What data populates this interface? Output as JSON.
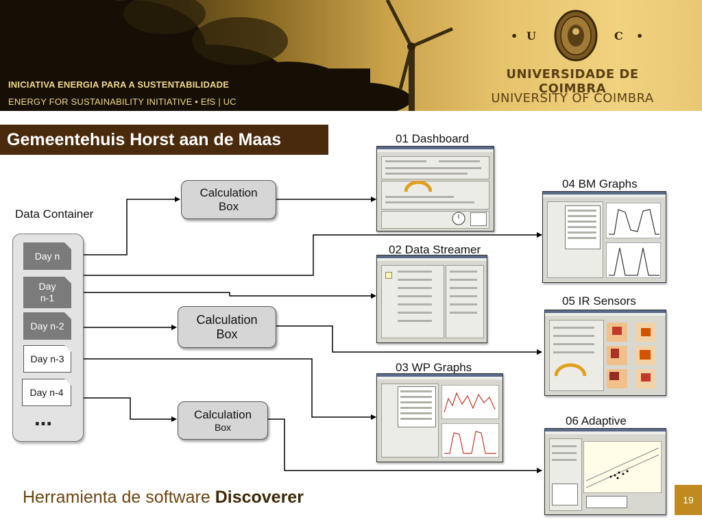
{
  "banner": {
    "initiative_pt": "INICIATIVA ENERGIA  PARA  A  SUSTENTABILIDADE",
    "initiative_en": "ENERGY  FOR  SUSTAINABILITY  INITIATIVE •    EfS | UC",
    "university_pt": "UNIVERSIDADE  DE  COIMBRA",
    "university_en": "UNIVERSITY  OF  COIMBRA",
    "letter_u": "U",
    "letter_c": "C",
    "dot": "•",
    "seal_icon": "university-seal-icon",
    "colors": {
      "gold": "#f3d98a",
      "dark": "#1d1608",
      "brown_text": "#5a3e15"
    }
  },
  "title": "Gemeentehuis Horst aan de Maas",
  "diagram": {
    "container_label": "Data Container",
    "days": [
      "Day n",
      "Day\nn-1",
      "Day n-2",
      "Day n-3",
      "Day n-4"
    ],
    "ellipsis": "…",
    "calc_boxes": [
      {
        "line1": "Calculation",
        "line2": "Box"
      },
      {
        "line1": "Calculation",
        "line2": "Box"
      },
      {
        "line1": "Calculation",
        "line2": "Box"
      }
    ],
    "screens": [
      "01 Dashboard",
      "02 Data Streamer",
      "03 WP Graphs",
      "04 BM Graphs",
      "05 IR Sensors",
      "06 Adaptive"
    ],
    "colors": {
      "title_bg": "#4a2a0c",
      "box_fill": "#d6d6d6",
      "dark_day": "#7b7b7b",
      "accent": "#c08a1e"
    }
  },
  "footer": {
    "text_plain": "Herramienta de software ",
    "text_bold": "Discoverer",
    "page_number": "19"
  }
}
